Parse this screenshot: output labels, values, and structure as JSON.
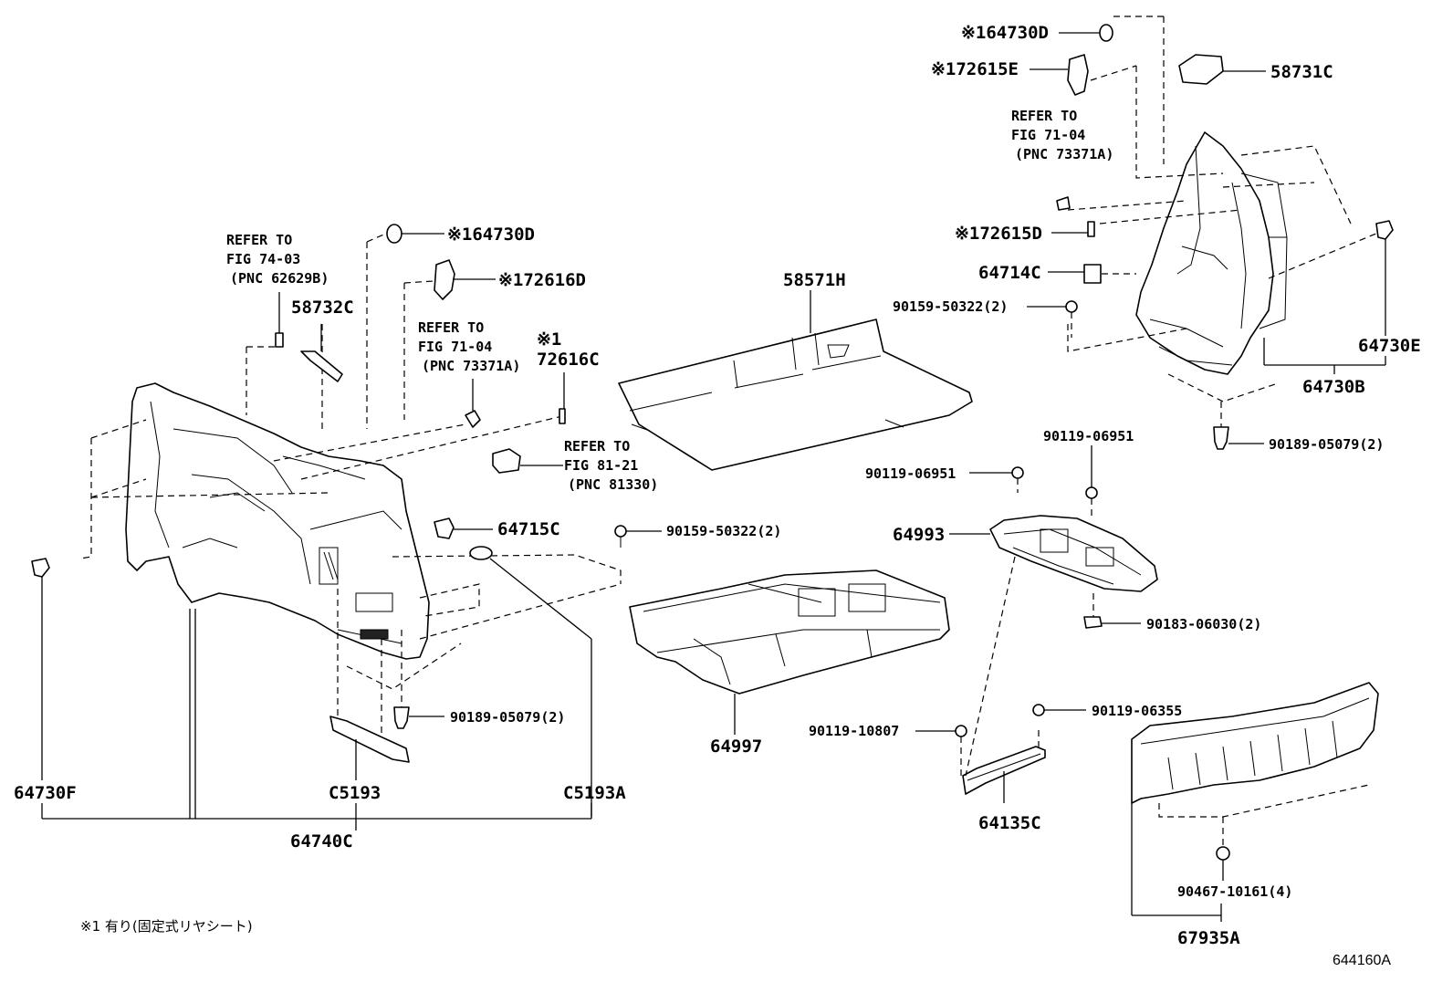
{
  "parts": {
    "p64730D_top": {
      "mark": "※1",
      "code": "64730D"
    },
    "p72615E": {
      "mark": "※1",
      "code": "72615E"
    },
    "p58731C": "58731C",
    "p72615D": {
      "mark": "※1",
      "code": "72615D"
    },
    "p64714C": "64714C",
    "p90159_right": "90159-50322(2)",
    "p64730E": "64730E",
    "p64730B": "64730B",
    "p90189_right": "90189-05079(2)",
    "p58571H": "58571H",
    "p64730D_left": {
      "mark": "※1",
      "code": "64730D"
    },
    "p72616D": {
      "mark": "※1",
      "code": "72616D"
    },
    "p58732C": "58732C",
    "p72616C": {
      "mark": "※1",
      "code": "72616C"
    },
    "p64715C": "64715C",
    "p90159_mid": "90159-50322(2)",
    "p90189_left": "90189-05079(2)",
    "p64730F": "64730F",
    "pC5193": "C5193",
    "pC5193A": "C5193A",
    "p64740C": "64740C",
    "p64997": "64997",
    "p90119_06951_a": "90119-06951",
    "p90119_06951_b": "90119-06951",
    "p64993": "64993",
    "p90183": "90183-06030(2)",
    "p90119_10807": "90119-10807",
    "p90119_06355": "90119-06355",
    "p64135C": "64135C",
    "p90467": "90467-10161(4)",
    "p67935A": "67935A"
  },
  "refs": {
    "ref_fig7104_right": [
      "REFER TO",
      "FIG 71-04",
      "(PNC 73371A)"
    ],
    "ref_fig7403": [
      "REFER TO",
      "FIG 74-03",
      "(PNC 62629B)"
    ],
    "ref_fig7104_left": [
      "REFER TO",
      "FIG 71-04",
      "(PNC 73371A)"
    ],
    "ref_fig8121": [
      "REFER TO",
      "FIG 81-21",
      "(PNC 81330)"
    ]
  },
  "footnote": "※1 有り(固定式リヤシート)",
  "figure_id": "644160A"
}
